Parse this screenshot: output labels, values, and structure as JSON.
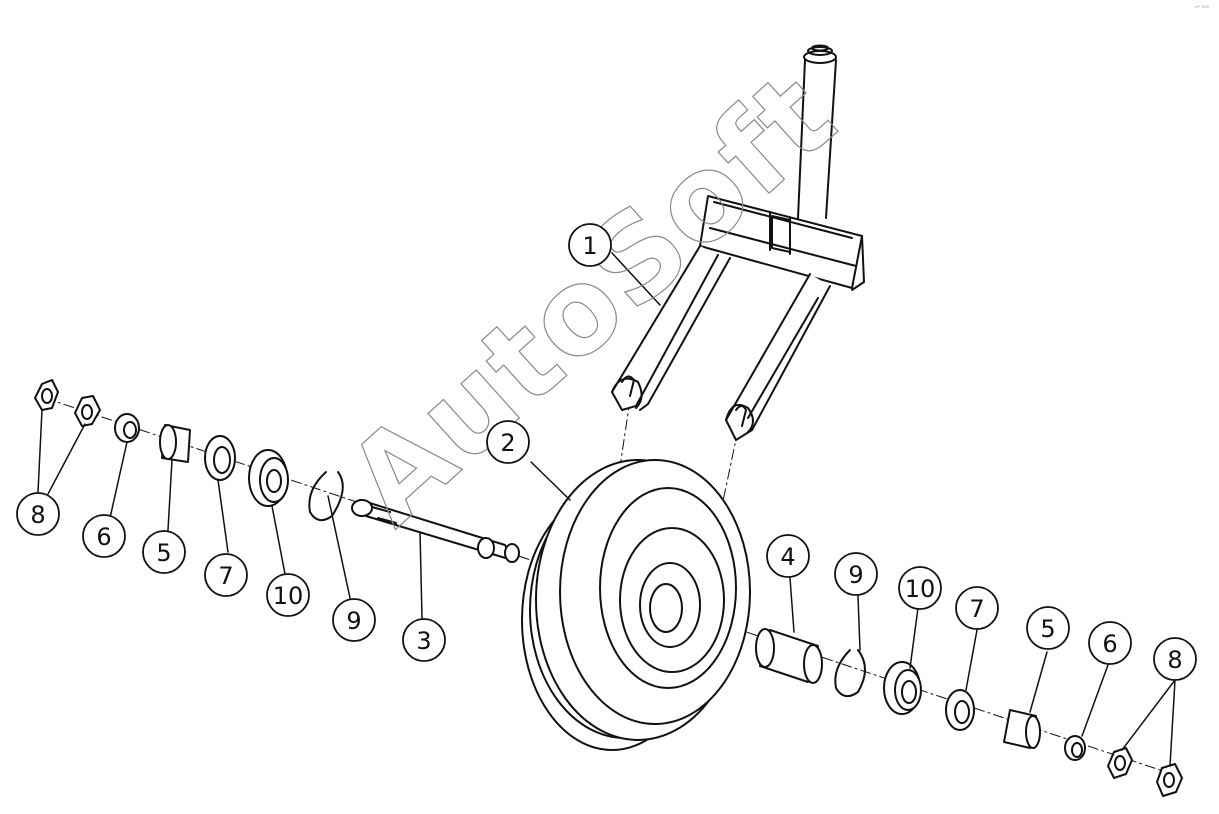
{
  "diagram": {
    "watermark": "AutoSoft",
    "corner_mark": "ᵒᴾ ⁰⁰⁰",
    "callouts": [
      {
        "id": "c1",
        "label": "1"
      },
      {
        "id": "c2",
        "label": "2"
      },
      {
        "id": "c3",
        "label": "3"
      },
      {
        "id": "c4",
        "label": "4"
      },
      {
        "id": "c5a",
        "label": "5"
      },
      {
        "id": "c5b",
        "label": "5"
      },
      {
        "id": "c6a",
        "label": "6"
      },
      {
        "id": "c6b",
        "label": "6"
      },
      {
        "id": "c7a",
        "label": "7"
      },
      {
        "id": "c7b",
        "label": "7"
      },
      {
        "id": "c8a",
        "label": "8"
      },
      {
        "id": "c8b",
        "label": "8"
      },
      {
        "id": "c9a",
        "label": "9"
      },
      {
        "id": "c9b",
        "label": "9"
      },
      {
        "id": "c10a",
        "label": "10"
      },
      {
        "id": "c10b",
        "label": "10"
      }
    ]
  },
  "colors": {
    "line": "#111111",
    "watermark": "#8a8a8a",
    "background": "#ffffff"
  }
}
